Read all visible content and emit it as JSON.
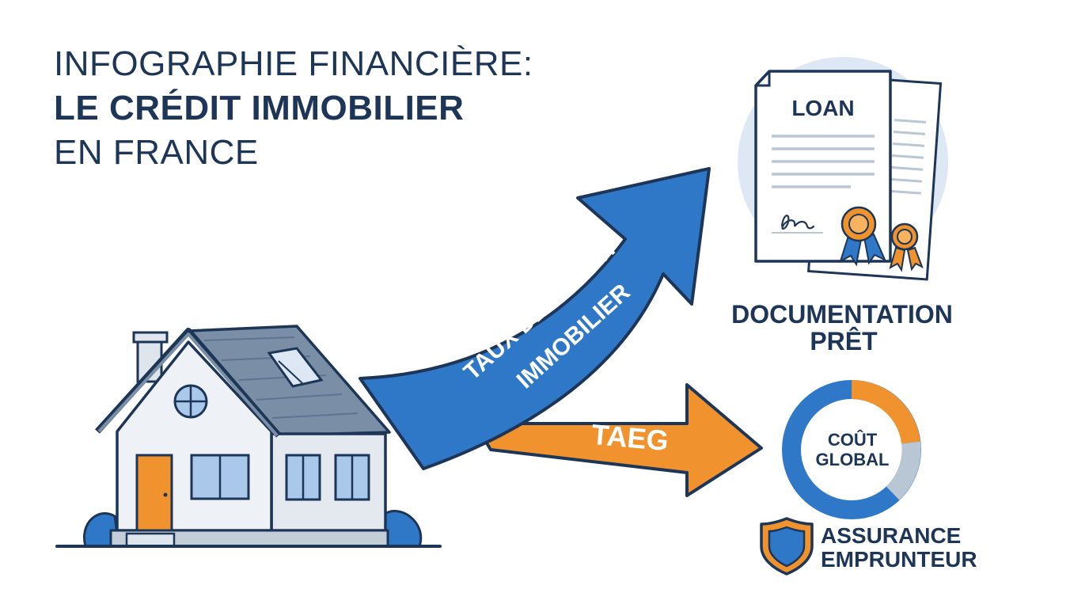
{
  "title": {
    "line1": "INFOGRAPHIE FINANCIÈRE:",
    "line2": "LE CRÉDIT IMMOBILIER",
    "line3": "EN FRANCE"
  },
  "arrows": {
    "rate_line1": "TAUX DE CRÉDIT",
    "rate_line2": "IMMOBILIER",
    "taeg": "TAEG"
  },
  "document": {
    "header": "LOAN",
    "caption_line1": "DOCUMENTATION",
    "caption_line2": "PRÊT"
  },
  "cost": {
    "line1": "COÛT",
    "line2": "GLOBAL"
  },
  "insurance": {
    "line1": "ASSURANCE",
    "line2": "EMPRUNTEUR"
  },
  "colors": {
    "navy": "#1d3557",
    "blue": "#2f78c8",
    "orange": "#f0922e",
    "light_blue": "#dde8f4",
    "gray": "#b9c6d3"
  },
  "icons": [
    "house-icon",
    "loan-document-icon",
    "rosette-icon",
    "donut-chart-icon",
    "shield-icon"
  ]
}
